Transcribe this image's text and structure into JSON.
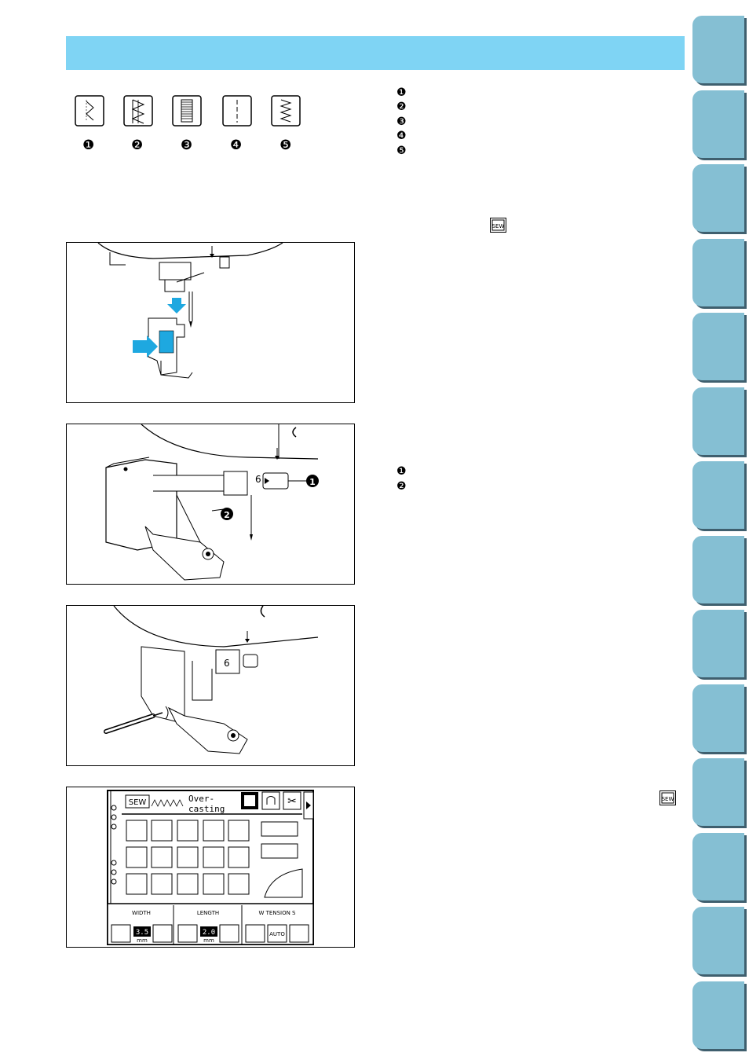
{
  "stitch_row": {
    "icons": [
      "overcast-stitch-icon",
      "double-overcast-stitch-icon",
      "ladder-overcast-stitch-icon",
      "straight-stitch-icon",
      "zigzag-stitch-icon"
    ],
    "numbers": [
      "❶",
      "❷",
      "❸",
      "❹",
      "❺"
    ]
  },
  "right_list": {
    "numbers": [
      "❶",
      "❷",
      "❸",
      "❹",
      "❺"
    ]
  },
  "callouts": {
    "fig2": [
      "❶",
      "❷"
    ]
  },
  "legend2": {
    "numbers": [
      "❶",
      "❷"
    ]
  },
  "figure_labels": {
    "needle_clamp_number": "6",
    "foot_number": "6"
  },
  "panel": {
    "logo": "SEW",
    "stitch_name_line1": "Over-",
    "stitch_name_line2": "casting",
    "width_label": "WIDTH",
    "length_label": "LENGTH",
    "tension_label": "W    TENSION    S",
    "width_value": "3.5",
    "length_value": "2.0",
    "unit": "mm",
    "auto_label": "AUTO"
  },
  "colors": {
    "header": "#7fd4f4",
    "tab": "#85bfd3",
    "tab_shadow": "#3f5f6e",
    "arrow": "#1ea8e0"
  }
}
